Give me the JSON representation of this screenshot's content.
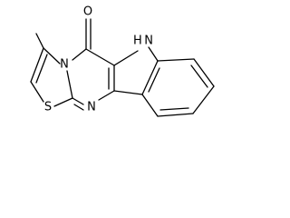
{
  "structure": {
    "atoms": {
      "oxygen": "O",
      "nh": "H N",
      "n_ring": "N",
      "n_pyr": "N",
      "sulfur": "S"
    }
  },
  "colors": {
    "bond": "#000000",
    "label": "#000000",
    "background": "#ffffff"
  }
}
